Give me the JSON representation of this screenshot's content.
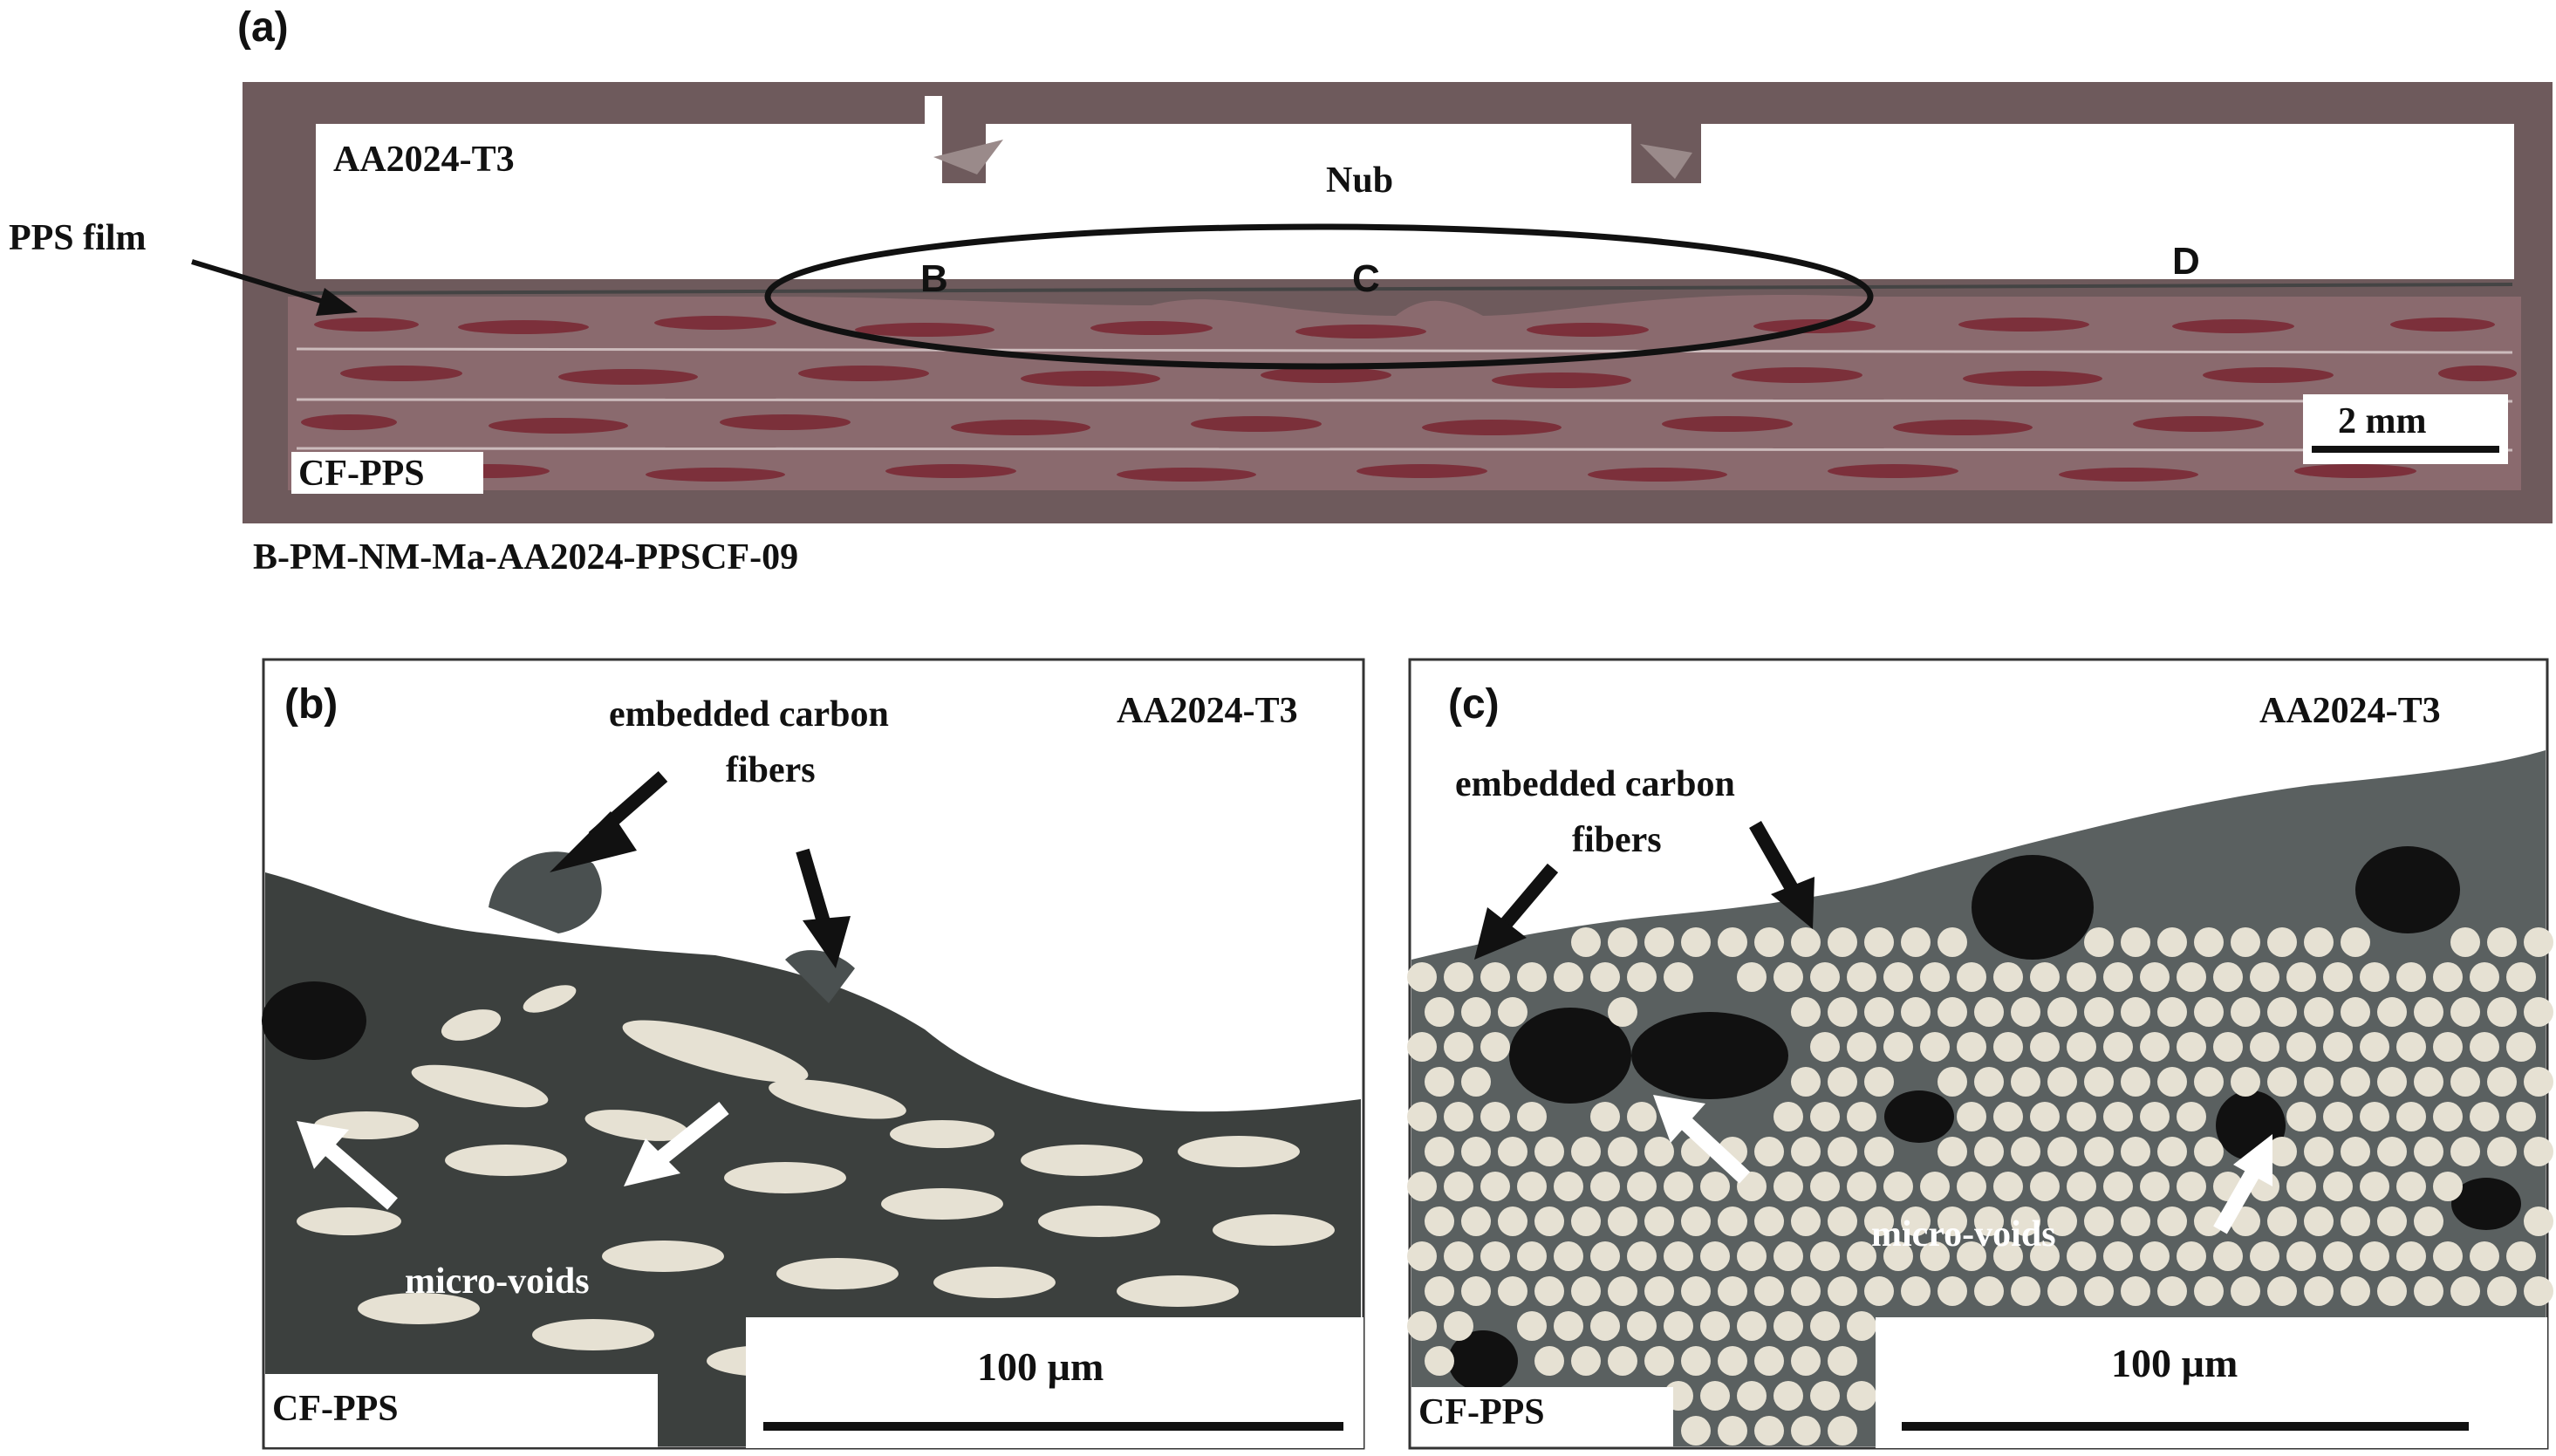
{
  "panels": {
    "a": {
      "letter": "(a)",
      "top_material": "AA2024-T3",
      "nub_label": "Nub",
      "film_label": "PPS film",
      "bottom_material": "CF-PPS",
      "region_b": "B",
      "region_c": "C",
      "region_d": "D",
      "scale_bar": "2 mm",
      "specimen_id": "B-PM-NM-Ma-AA2024-PPSCF-09"
    },
    "b": {
      "letter": "(b)",
      "top_material": "AA2024-T3",
      "fibers_line1": "embedded carbon",
      "fibers_line2": "fibers",
      "voids_label": "micro-voids",
      "bottom_material": "CF-PPS",
      "scale_bar": "100 µm"
    },
    "c": {
      "letter": "(c)",
      "top_material": "AA2024-T3",
      "fibers_line1": "embedded carbon",
      "fibers_line2": "fibers",
      "voids_label": "micro-voids",
      "bottom_material": "CF-PPS",
      "scale_bar": "100 µm"
    }
  },
  "colors": {
    "aluminum": "#ffffff",
    "composite_matrix": "#8a6a6e",
    "fiber_bundle": "#7a2a35",
    "micro_matrix": "#3c403e",
    "fiber_cross_section": "#e6e1d3",
    "frame": "#6e5a5c"
  }
}
